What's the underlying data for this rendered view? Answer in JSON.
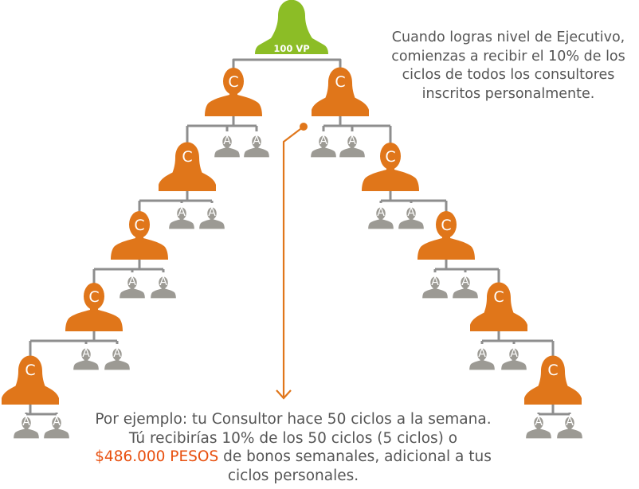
{
  "colors": {
    "consultant": "#e0761a",
    "associate": "#9c9a94",
    "root": "#8cbd26",
    "connector": "#8e8e8e",
    "pointer": "#e0761a",
    "body_text": "#555555",
    "highlight": "#e8500f"
  },
  "root": {
    "label": "100 VP"
  },
  "consultant_label": "C",
  "associate_label": "A",
  "top_note": "Cuando logras nivel de Ejecutivo, comienzas a recibir el 10% de los ciclos de todos los consultores inscritos personalmente.",
  "bottom_note": {
    "before": "Por ejemplo: tu Consultor hace 50 ciclos a la semana. Tú recibirías 10% de los 50 ciclos (5 ciclos) o ",
    "highlight": "$486.000 PESOS",
    "after": " de bonos semanales, adicional a tus ciclos personales."
  }
}
